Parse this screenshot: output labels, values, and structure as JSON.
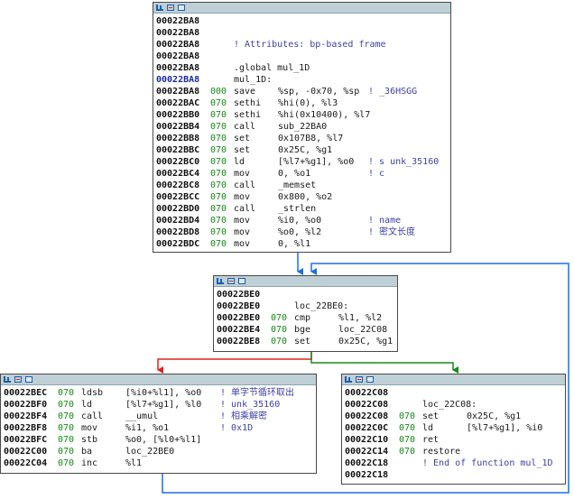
{
  "colors": {
    "edge_unconditional": "#1d6ee6",
    "edge_false": "#e02020",
    "edge_true": "#1a8a1a",
    "edge_loop": "#1d6ee6",
    "titlebar": "#bfcfd6"
  },
  "icons": [
    "graph-bars-icon",
    "chart-icon",
    "box-icon"
  ],
  "blocks": {
    "top": {
      "lines": [
        {
          "addr": "00022BA8",
          "sp": "",
          "mn": "",
          "op": "",
          "cmt": ""
        },
        {
          "addr": "00022BA8",
          "sp": "",
          "mn": "",
          "op": "",
          "cmt": ""
        },
        {
          "addr": "00022BA8",
          "sp": "",
          "mn": "",
          "op": "",
          "cmt": "! Attributes: bp-based frame"
        },
        {
          "addr": "00022BA8",
          "sp": "",
          "mn": "",
          "op": "",
          "cmt": ""
        },
        {
          "addr": "00022BA8",
          "sp": "",
          "mn": ".global mul_1D",
          "op": "",
          "cmt": ""
        },
        {
          "addr": "00022BA8",
          "sp": "",
          "mn": "mul_1D:",
          "op": "",
          "cmt": "",
          "highlight": true
        },
        {
          "addr": "00022BA8",
          "sp": "000",
          "mn": "save",
          "op": "%sp, -0x70, %sp",
          "cmt": "! _36HSGG"
        },
        {
          "addr": "00022BAC",
          "sp": "070",
          "mn": "sethi",
          "op": "%hi(0), %l3",
          "cmt": ""
        },
        {
          "addr": "00022BB0",
          "sp": "070",
          "mn": "sethi",
          "op": "%hi(0x10400), %l7",
          "cmt": ""
        },
        {
          "addr": "00022BB4",
          "sp": "070",
          "mn": "call",
          "op": "sub_22BA0",
          "cmt": ""
        },
        {
          "addr": "00022BB8",
          "sp": "070",
          "mn": "set",
          "op": "0x107B8, %l7",
          "cmt": ""
        },
        {
          "addr": "00022BBC",
          "sp": "070",
          "mn": "set",
          "op": "0x25C, %g1",
          "cmt": ""
        },
        {
          "addr": "00022BC0",
          "sp": "070",
          "mn": "ld",
          "op": "[%l7+%g1], %o0",
          "cmt": "! s unk_35160"
        },
        {
          "addr": "00022BC4",
          "sp": "070",
          "mn": "mov",
          "op": "0, %o1",
          "cmt": "! c"
        },
        {
          "addr": "00022BC8",
          "sp": "070",
          "mn": "call",
          "op": "_memset",
          "cmt": ""
        },
        {
          "addr": "00022BCC",
          "sp": "070",
          "mn": "mov",
          "op": "0x800, %o2",
          "cmt": ""
        },
        {
          "addr": "00022BD0",
          "sp": "070",
          "mn": "call",
          "op": "_strlen",
          "cmt": ""
        },
        {
          "addr": "00022BD4",
          "sp": "070",
          "mn": "mov",
          "op": "%i0, %o0",
          "cmt": "! name"
        },
        {
          "addr": "00022BD8",
          "sp": "070",
          "mn": "mov",
          "op": "%o0, %l2",
          "cmt": "! 密文长度"
        },
        {
          "addr": "00022BDC",
          "sp": "070",
          "mn": "mov",
          "op": "0, %l1",
          "cmt": ""
        }
      ]
    },
    "middle": {
      "lines": [
        {
          "addr": "00022BE0",
          "sp": "",
          "mn": "",
          "op": "",
          "cmt": ""
        },
        {
          "addr": "00022BE0",
          "sp": "",
          "mn": "loc_22BE0:",
          "op": "",
          "cmt": ""
        },
        {
          "addr": "00022BE0",
          "sp": "070",
          "mn": "cmp",
          "op": "%l1, %l2",
          "cmt": ""
        },
        {
          "addr": "00022BE4",
          "sp": "070",
          "mn": "bge",
          "op": "loc_22C08",
          "cmt": ""
        },
        {
          "addr": "00022BE8",
          "sp": "070",
          "mn": "set",
          "op": "0x25C, %g1",
          "cmt": ""
        }
      ]
    },
    "left": {
      "lines": [
        {
          "addr": "00022BEC",
          "sp": "070",
          "mn": "ldsb",
          "op": "[%i0+%l1], %o0",
          "cmt": "! 单字节循环取出"
        },
        {
          "addr": "00022BF0",
          "sp": "070",
          "mn": "ld",
          "op": "[%l7+%g1], %l0",
          "cmt": "! unk_35160"
        },
        {
          "addr": "00022BF4",
          "sp": "070",
          "mn": "call",
          "op": "__umul",
          "cmt": "! 相乘解密"
        },
        {
          "addr": "00022BF8",
          "sp": "070",
          "mn": "mov",
          "op": "%i1, %o1",
          "cmt": "! 0x1D"
        },
        {
          "addr": "00022BFC",
          "sp": "070",
          "mn": "stb",
          "op": "%o0, [%l0+%l1]",
          "cmt": ""
        },
        {
          "addr": "00022C00",
          "sp": "070",
          "mn": "ba",
          "op": "loc_22BE0",
          "cmt": ""
        },
        {
          "addr": "00022C04",
          "sp": "070",
          "mn": "inc",
          "op": "%l1",
          "cmt": ""
        }
      ]
    },
    "right": {
      "lines": [
        {
          "addr": "00022C08",
          "sp": "",
          "mn": "",
          "op": "",
          "cmt": ""
        },
        {
          "addr": "00022C08",
          "sp": "",
          "mn": "loc_22C08:",
          "op": "",
          "cmt": ""
        },
        {
          "addr": "00022C08",
          "sp": "070",
          "mn": "set",
          "op": "0x25C, %g1",
          "cmt": ""
        },
        {
          "addr": "00022C0C",
          "sp": "070",
          "mn": "ld",
          "op": "[%l7+%g1], %i0",
          "cmt": ""
        },
        {
          "addr": "00022C10",
          "sp": "070",
          "mn": "ret",
          "op": "",
          "cmt": ""
        },
        {
          "addr": "00022C14",
          "sp": "070",
          "mn": "restore",
          "op": "",
          "cmt": ""
        },
        {
          "addr": "00022C18",
          "sp": "",
          "mn": "",
          "op": "",
          "cmt": "! End of function mul_1D"
        },
        {
          "addr": "00022C18",
          "sp": "",
          "mn": "",
          "op": "",
          "cmt": ""
        }
      ]
    }
  }
}
